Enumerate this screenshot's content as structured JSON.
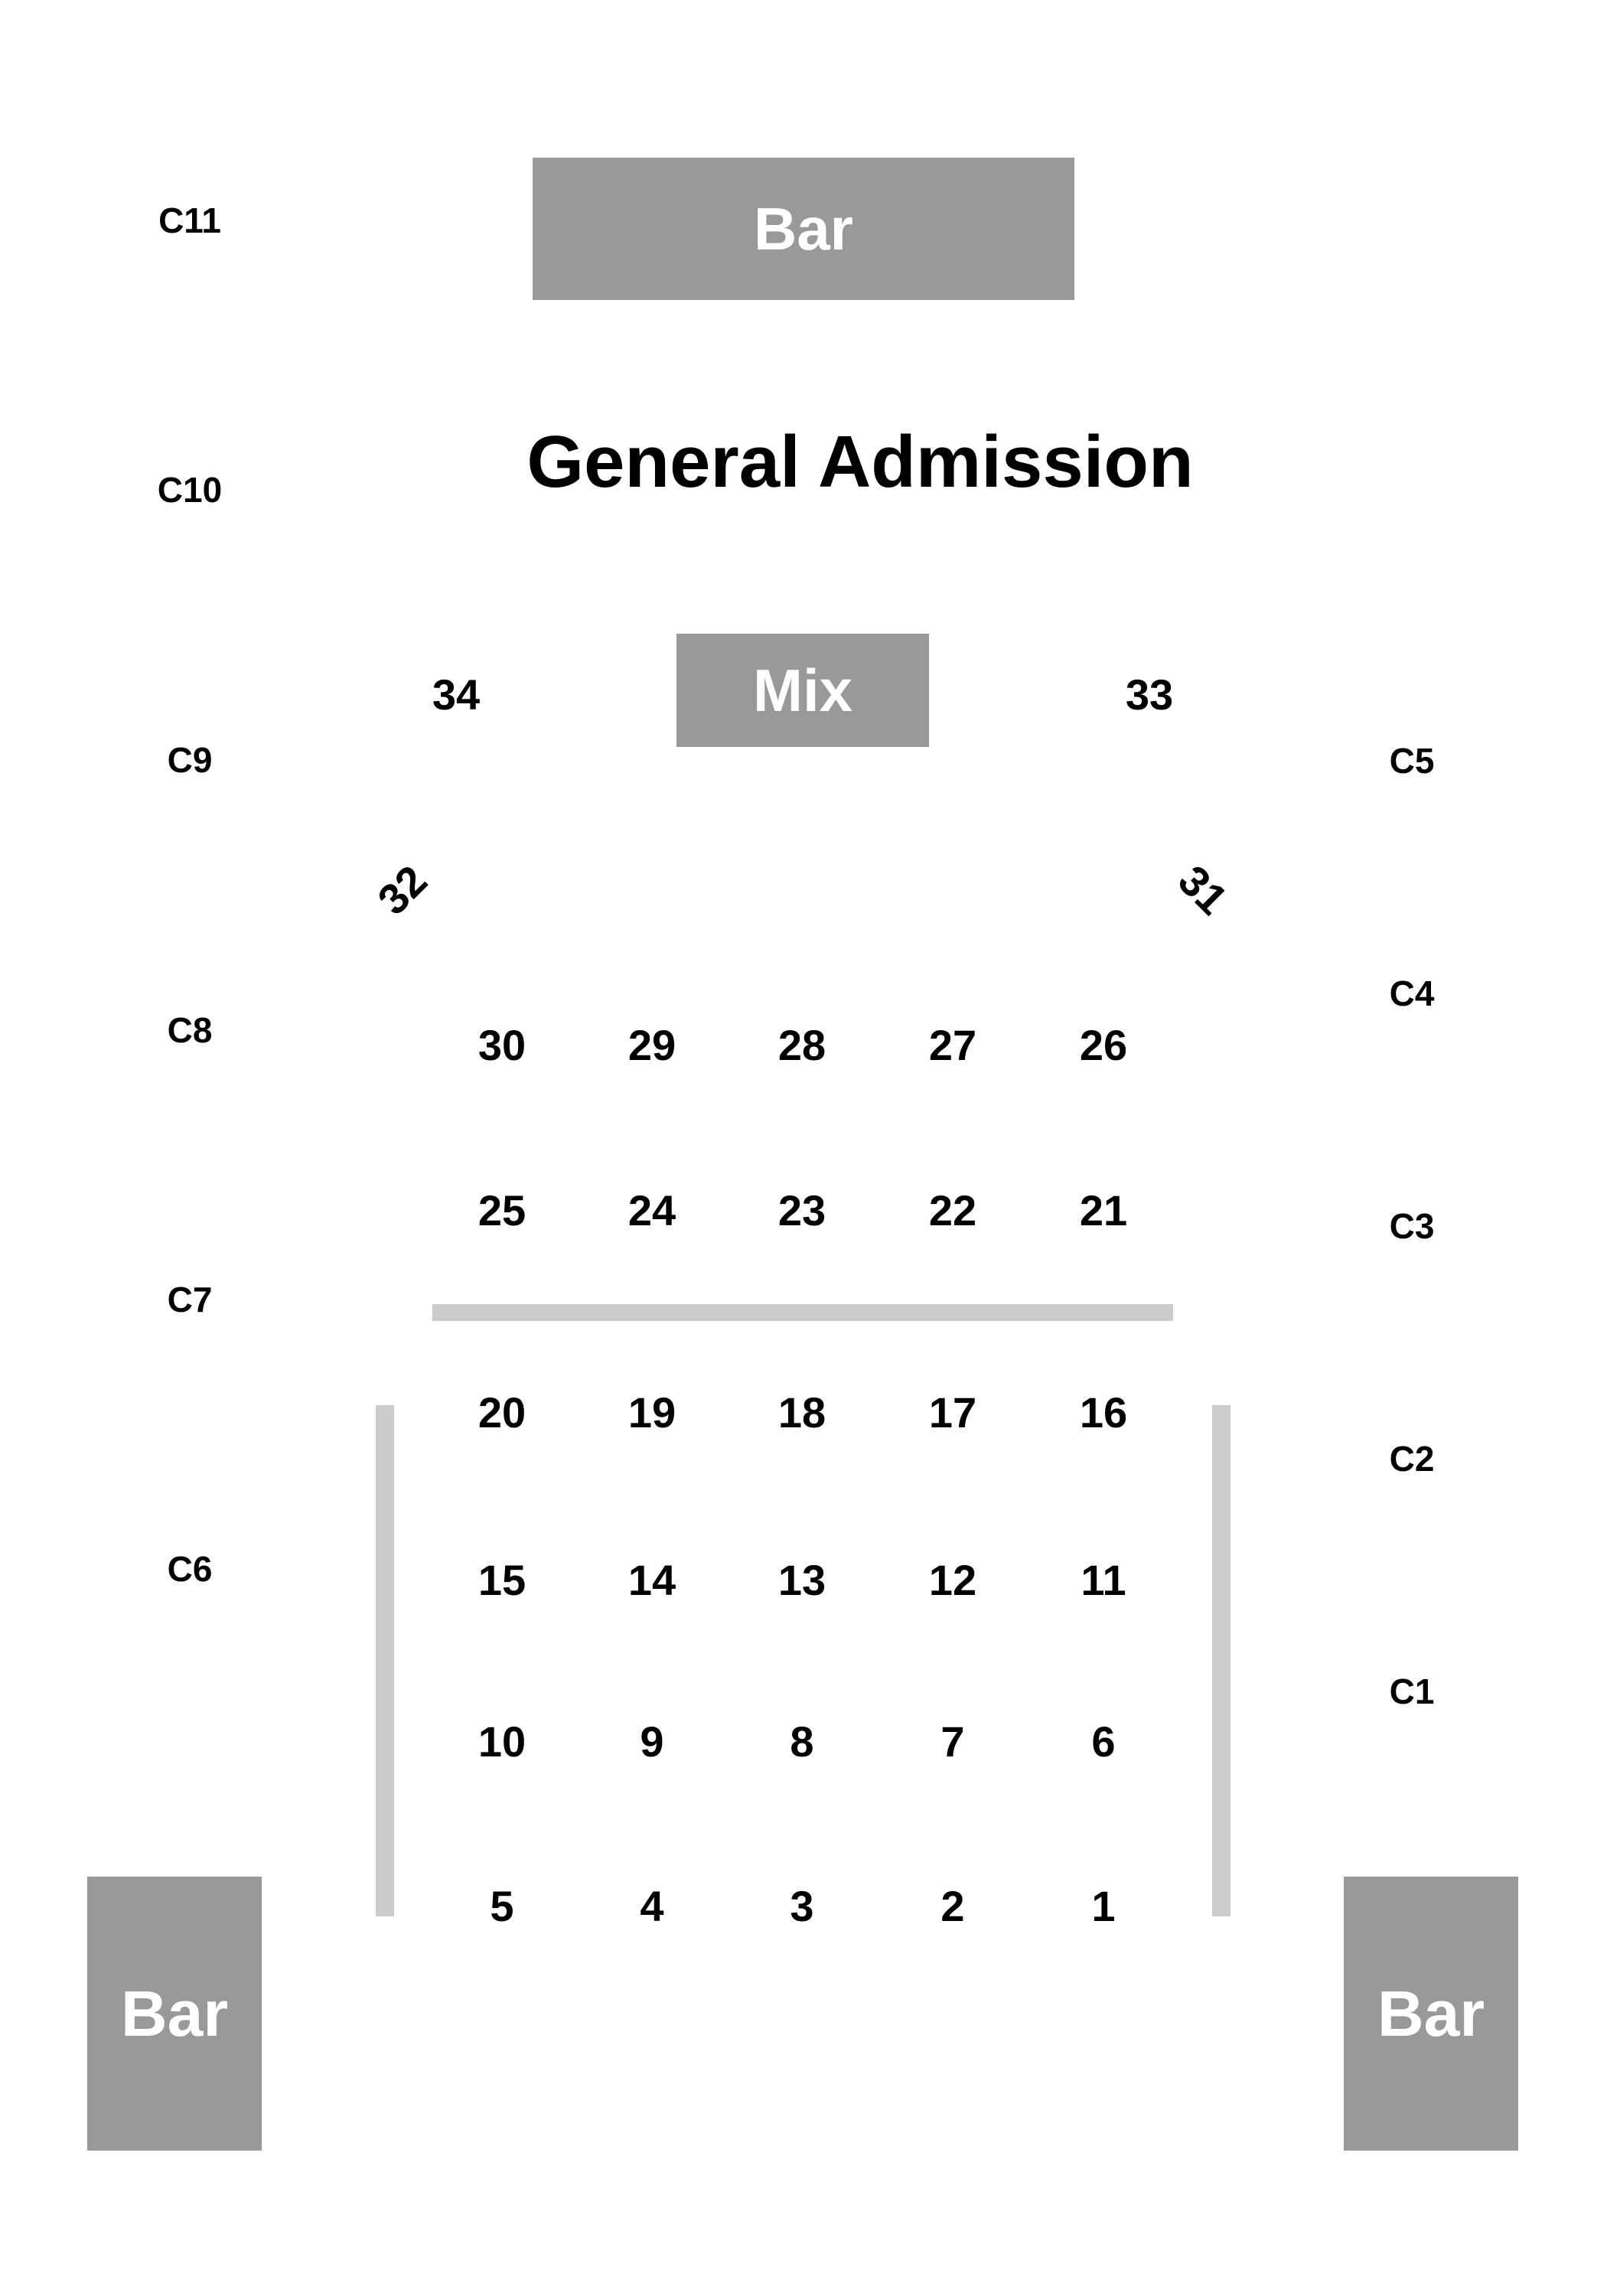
{
  "colors": {
    "block": "#999999",
    "rail": "#cccccc",
    "text": "#000000",
    "block_text": "#ffffff"
  },
  "title": "General Admission",
  "bars": {
    "top": "Bar",
    "left": "Bar",
    "right": "Bar"
  },
  "mix": "Mix",
  "booths": {
    "left": [
      "C11",
      "C10",
      "C9",
      "C8",
      "C7",
      "C6"
    ],
    "right": [
      "C5",
      "C4",
      "C3",
      "C2",
      "C1"
    ]
  },
  "tables": {
    "t34": "34",
    "t33": "33",
    "t32": "32",
    "t31": "31",
    "row_upper_1": [
      "30",
      "29",
      "28",
      "27",
      "26"
    ],
    "row_upper_2": [
      "25",
      "24",
      "23",
      "22",
      "21"
    ],
    "row_lower_1": [
      "20",
      "19",
      "18",
      "17",
      "16"
    ],
    "row_lower_2": [
      "15",
      "14",
      "13",
      "12",
      "11"
    ],
    "row_lower_3": [
      "10",
      "9",
      "8",
      "7",
      "6"
    ],
    "row_lower_4": [
      "5",
      "4",
      "3",
      "2",
      "1"
    ]
  }
}
